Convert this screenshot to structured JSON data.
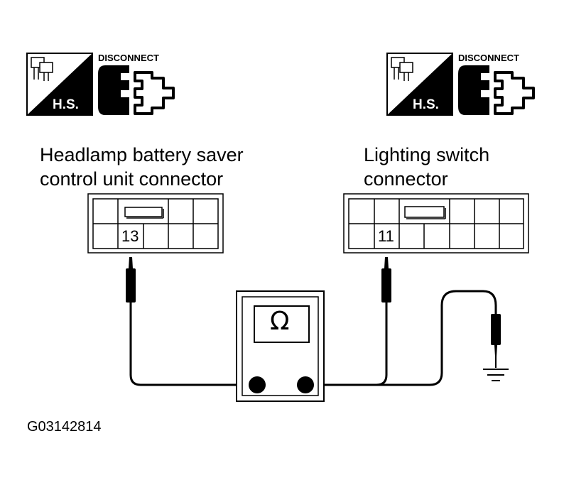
{
  "icons": {
    "left": {
      "tag": "DISCONNECT",
      "badge": "H.S."
    },
    "right": {
      "tag": "DISCONNECT",
      "badge": "H.S."
    }
  },
  "left_connector": {
    "label_line1": "Headlamp battery saver",
    "label_line2": "control unit connector",
    "pin": "13"
  },
  "right_connector": {
    "label_line1": "Lighting switch",
    "label_line2": "connector",
    "pin": "11"
  },
  "meter": {
    "symbol": "Ω"
  },
  "figure_code": "G03142814"
}
